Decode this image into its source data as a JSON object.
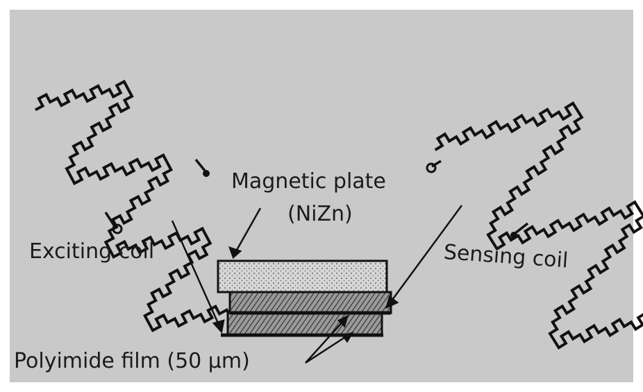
{
  "labels": {
    "magnetic_plate": "Magnetic plate",
    "magnetic_plate_material": "(NiZn)",
    "exciting_coil": "Exciting coil",
    "sensing_coil": "Sensing coil",
    "polyimide_film": "Polyimide film (50 μm)"
  },
  "colors": {
    "background": "#c9c9c9",
    "ink": "#1b1b1b",
    "plate_fill": "#d6d6d6"
  }
}
